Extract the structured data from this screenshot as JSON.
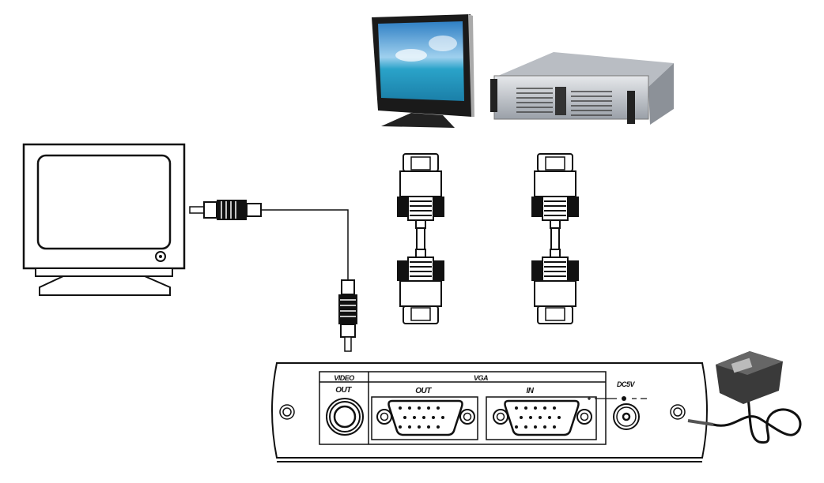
{
  "panel": {
    "video_header": "VIDEO",
    "video_out": "OUT",
    "vga_header": "VGA",
    "vga_out": "OUT",
    "vga_in": "IN",
    "dc_label": "DC5V"
  },
  "colors": {
    "line": "#111111",
    "monitor_screen": "#3a9fd0",
    "server_body": "#c8ccd2"
  }
}
